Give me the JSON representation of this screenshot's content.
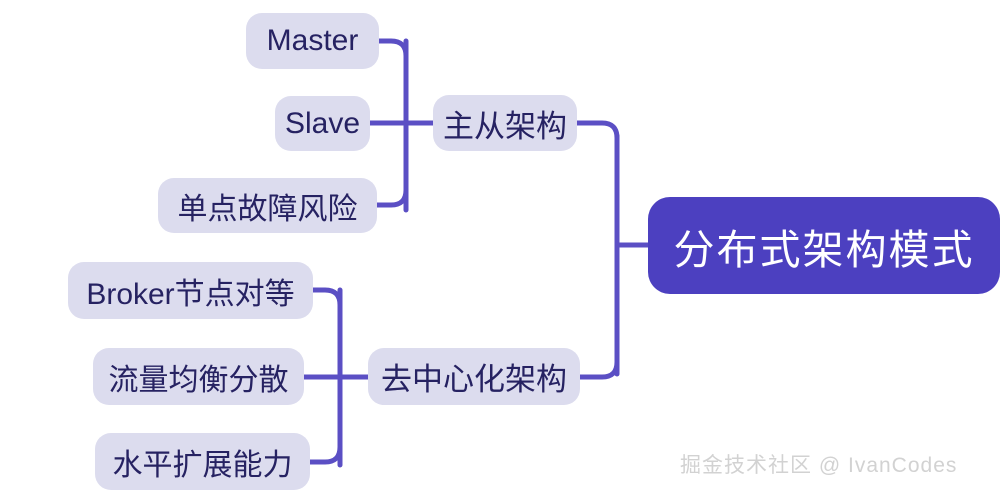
{
  "diagram": {
    "title": "分布式架构模式",
    "type": "mind-map",
    "colors": {
      "root_fill": "#4c40c0",
      "root_text": "#ffffff",
      "node_fill": "#dcdcee",
      "node_text": "#262262",
      "connector": "#5b4fc4",
      "background": "#ffffff",
      "watermark_text": "#d2d2d2"
    },
    "root": {
      "label": "分布式架构模式"
    },
    "branches": [
      {
        "id": "master-slave",
        "label": "主从架构",
        "children": [
          {
            "id": "master",
            "label": "Master"
          },
          {
            "id": "slave",
            "label": "Slave"
          },
          {
            "id": "spof-risk",
            "label": "单点故障风险"
          }
        ]
      },
      {
        "id": "decentralized",
        "label": "去中心化架构",
        "children": [
          {
            "id": "broker-peer",
            "label": "Broker节点对等"
          },
          {
            "id": "traffic-balance",
            "label": "流量均衡分散"
          },
          {
            "id": "horizontal-scale",
            "label": "水平扩展能力"
          }
        ]
      }
    ]
  },
  "watermark": {
    "text": "掘金技术社区 @ IvanCodes"
  }
}
